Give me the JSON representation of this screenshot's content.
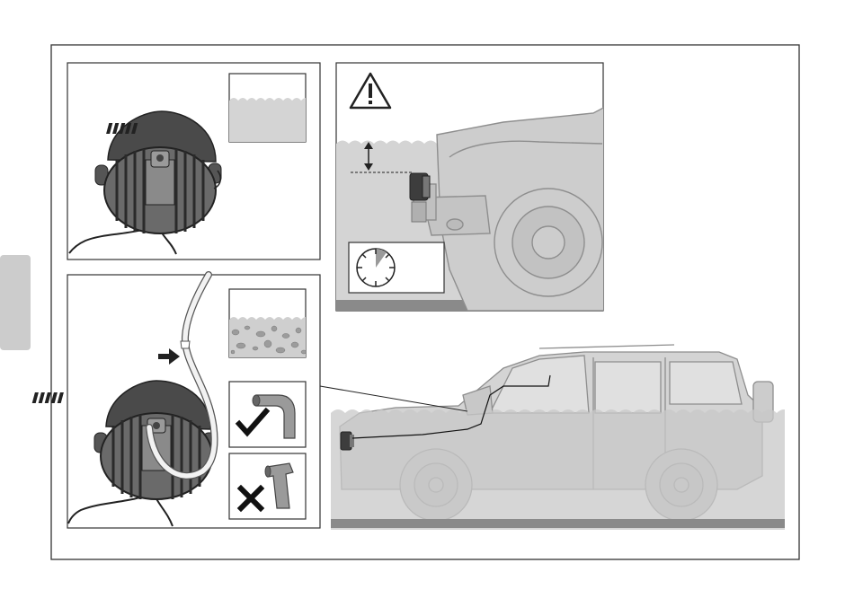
{
  "page": {
    "background": "#ffffff",
    "frame_color": "#333333",
    "side_tab_color": "#cccccc"
  },
  "palette": {
    "water": "#d4d4d4",
    "ground": "#8a8a8a",
    "vehicle_fill": "#c9c9c9",
    "vehicle_line": "#8e8e8e",
    "lamp_dark": "#3c3c3c",
    "lamp_mid": "#6e6e6e",
    "hose": "#f2f2f2",
    "debris": "#9c9c9c"
  },
  "icons": {
    "warning": "warning-triangle-icon",
    "timer": "stopwatch-icon",
    "ok": "check-icon",
    "not_ok": "cross-icon",
    "direction": "arrow-right-icon",
    "depth": "double-arrow-icon"
  },
  "panels": {
    "lamp_water_level": {
      "inset": "clear-water-inset"
    },
    "vehicle_wading_detail": {
      "warning": "warning-triangle-icon",
      "timer": "stopwatch-icon"
    },
    "breather_hose": {
      "inset": "muddy-water-inset",
      "correct_hose_end": "check-icon",
      "wrong_hose_end": "cross-icon"
    },
    "vehicle_overview": {
      "caption": "vehicle-wading-overview"
    }
  }
}
